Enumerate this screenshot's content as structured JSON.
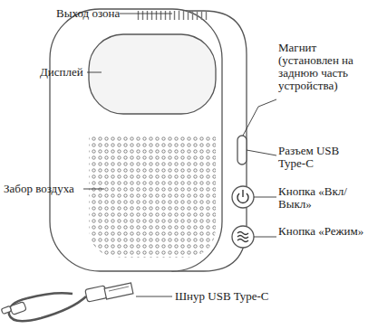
{
  "diagram": {
    "labels": [
      "Выход озона",
      "Дисплей",
      "Забор воздуха",
      "Магнит (установлен на заднюю часть устройства)",
      "Разъем USB Type-C",
      "Кнопка «Вкл/ Выкл»",
      "Кнопка «Режим»",
      "Шнур USB Type-C"
    ]
  }
}
